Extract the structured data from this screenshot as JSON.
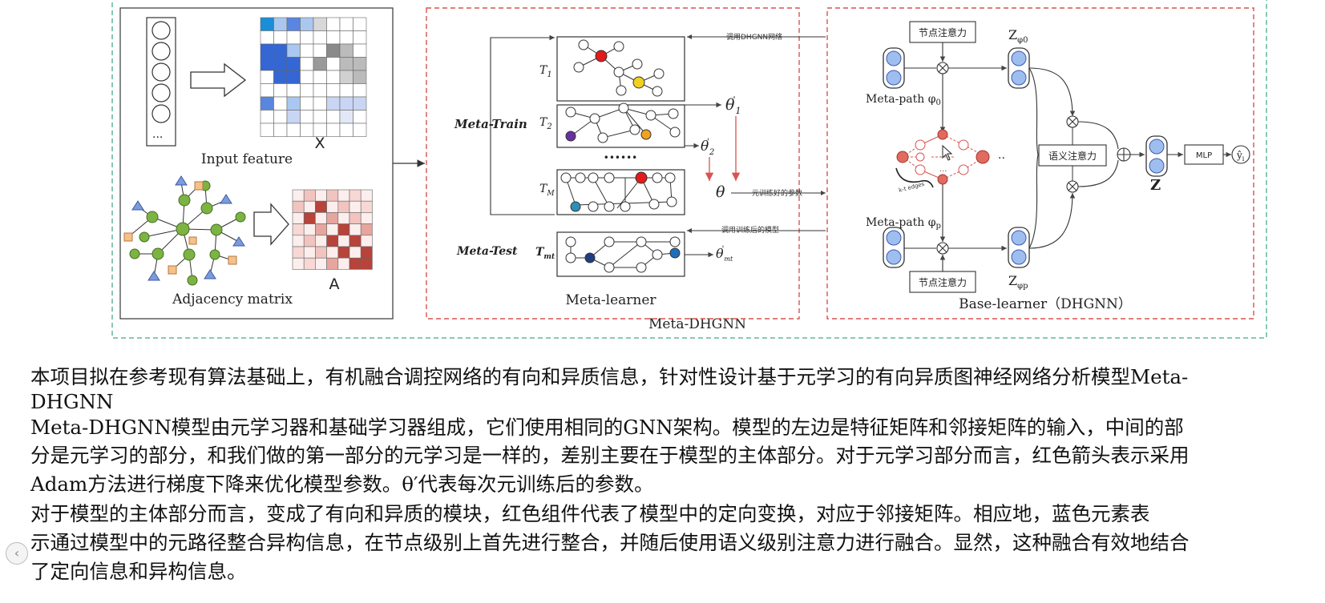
{
  "figure": {
    "outer_caption": "Meta-DHGNN",
    "input": {
      "feature_label": "Input feature",
      "x_label": "X",
      "dots": "...",
      "adjacency_label": "Adjacency matrix",
      "a_label": "A"
    },
    "meta_learner": {
      "caption": "Meta-learner",
      "meta_train": "Meta-Train",
      "meta_test": "Meta-Test",
      "t1": "T",
      "t1_sub": "1",
      "t2": "T",
      "t2_sub": "2",
      "tm": "T",
      "tm_sub": "M",
      "tmt": "T",
      "tmt_sub": "mt",
      "ellipsis": "••••••",
      "theta1": "θ",
      "theta1_sub": "1",
      "theta2": "θ",
      "theta2_sub": "2",
      "theta": "θ",
      "theta_mt": "θ",
      "theta_mt_sub": "mt",
      "prime": "'",
      "call_dhgnn": "调用DHGNN网络",
      "trained_params": "元训练好的参数",
      "call_trained": "调用训练后的模型"
    },
    "base_learner": {
      "caption": "Base-learner（DHGNN）",
      "node_attention_top": "节点注意力",
      "node_attention_bottom": "节点注意力",
      "semantic_attention": "语义注意力",
      "meta_path_0": "Meta-path φ",
      "meta_path_0_sub": "0",
      "meta_path_p": "Meta-path φ",
      "meta_path_p_sub": "p",
      "z_phi0": "Z",
      "z_phi0_sub": "φ0",
      "z_phip": "Z",
      "z_phip_sub": "φp",
      "z": "Z",
      "mlp": "MLP",
      "y_hat": "ŷ",
      "y_sub": "i",
      "kth_edges": "k-t edges",
      "dots_small": "...",
      "side_dots": "··"
    },
    "colors": {
      "red_dashed": "#d9534f",
      "green_dashed": "#5fb89a",
      "blue_node": "#4a6fd3",
      "red_cell": "#b8433a"
    }
  },
  "paragraphs": [
    " 本项目拟在参考现有算法基础上，有机融合调控网络的有向和异质信息，针对性设计基于元学习的有向异质图神经网络分析模型Meta-",
    "DHGNN",
    "      Meta-DHGNN模型由元学习器和基础学习器组成，它们使用相同的GNN架构。模型的左边是特征矩阵和邻接矩阵的输入，中间的部",
    "分是元学习的部分，和我们做的第一部分的元学习是一样的，差别主要在于模型的主体部分。对于元学习部分而言，红色箭头表示采用",
    "Adam方法进行梯度下降来优化模型参数。θ′代表每次元训练后的参数。",
    "      对于模型的主体部分而言，变成了有向和异质的模块，红色组件代表了模型中的定向变换，对应于邻接矩阵。相应地，蓝色元素表",
    "示通过模型中的元路径整合异构信息，在节点级别上首先进行整合，并随后使用语义级别注意力进行融合。显然，这种融合有效地结合",
    "了定向信息和异构信息。"
  ],
  "nav": {
    "prev_icon": "‹"
  }
}
